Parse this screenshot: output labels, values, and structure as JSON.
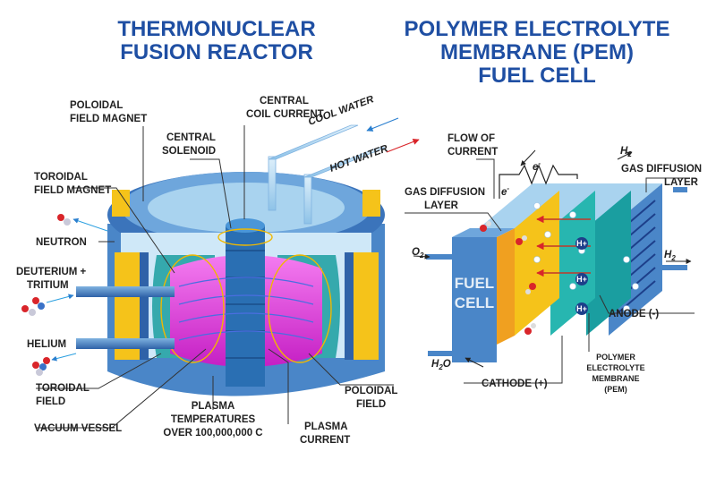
{
  "titles": {
    "reactor_line1": "THERMONUCLEAR",
    "reactor_line2": "FUSION REACTOR",
    "pem_line1": "POLYMER ELECTROLYTE",
    "pem_line2": "MEMBRANE (PEM)",
    "pem_line3": "FUEL CELL"
  },
  "reactor": {
    "central_coil_current_1": "CENTRAL",
    "central_coil_current_2": "COIL CURRENT",
    "poloidal_field_magnet_1": "POLOIDAL",
    "poloidal_field_magnet_2": "FIELD MAGNET",
    "central_solenoid_1": "CENTRAL",
    "central_solenoid_2": "SOLENOID",
    "cool_water": "COOL WATER",
    "hot_water": "HOT WATER",
    "toroidal_field_magnet_1": "TOROIDAL",
    "toroidal_field_magnet_2": "FIELD MAGNET",
    "neutron": "NEUTRON",
    "deuterium_1": "DEUTERIUM +",
    "deuterium_2": "TRITIUM",
    "helium": "HELIUM",
    "toroidal_field_1": "TOROIDAL",
    "toroidal_field_2": "FIELD",
    "vacuum_vessel": "VACUUM VESSEL",
    "plasma_temp_1": "PLASMA",
    "plasma_temp_2": "TEMPERATURES",
    "plasma_temp_3": "OVER 100,000,000 C",
    "plasma_current_1": "PLASMA",
    "plasma_current_2": "CURRENT",
    "poloidal_field_1": "POLOIDAL",
    "poloidal_field_2": "FIELD"
  },
  "fuel_cell": {
    "flow_of_current_1": "FLOW OF",
    "flow_of_current_2": "CURRENT",
    "electron": "e",
    "h2_top": "H",
    "h2": "H",
    "o2": "O",
    "h2o": "H",
    "sub_2": "2",
    "sub_o": "O",
    "gdl_left_1": "GAS DIFFUSION",
    "gdl_left_2": "LAYER",
    "gdl_right_1": "GAS DIFFUSION",
    "gdl_right_2": "LAYER",
    "face_1": "FUEL",
    "face_2": "CELL",
    "anode": "ANODE (-)",
    "cathode": "CATHODE (+)",
    "pem_1": "POLYMER",
    "pem_2": "ELECTROLYTE",
    "pem_3": "MEMBRANE",
    "pem_4": "(PEM)",
    "proton": "H+"
  },
  "colors": {
    "title": "#1f4fa3",
    "steel_blue": "#4a86c8",
    "light_blue": "#a9d3ef",
    "magenta": "#e83ee0",
    "yellow": "#f5c31a",
    "teal": "#1a9ea0",
    "dark_blue": "#1d3f8a"
  }
}
